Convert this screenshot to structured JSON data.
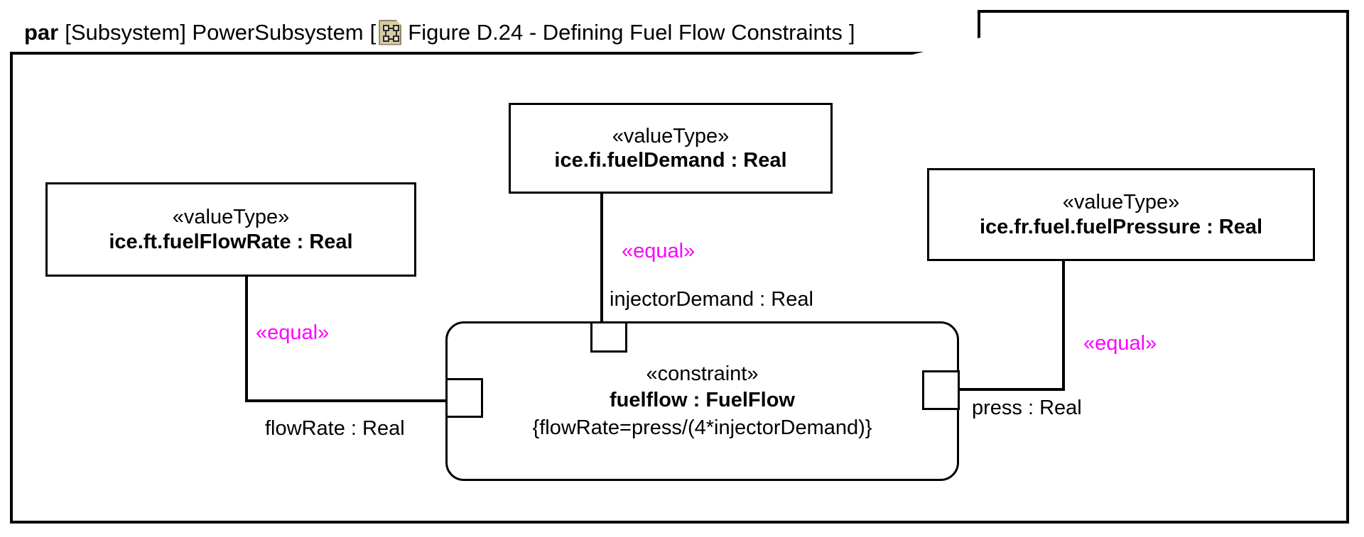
{
  "diagram": {
    "kind_keyword": "par",
    "context": "[Subsystem] PowerSubsystem",
    "bracket_open": "[",
    "bracket_close": "]",
    "icon_name": "bdd-diagram-icon",
    "figure_title": "Figure D.24 - Defining Fuel Flow Constraints",
    "frame_border_color": "#000000",
    "background_color": "#ffffff"
  },
  "colors": {
    "equal_stereotype": "#ff00ff",
    "line": "#000000",
    "text": "#000000",
    "icon_page": "#d8cba4",
    "icon_page_border": "#8f8464"
  },
  "value_types": [
    {
      "id": "fuelFlowRate",
      "stereotype": "«valueType»",
      "name": "ice.ft.fuelFlowRate  : Real"
    },
    {
      "id": "fuelDemand",
      "stereotype": "«valueType»",
      "name": "ice.fi.fuelDemand : Real"
    },
    {
      "id": "fuelPressure",
      "stereotype": "«valueType»",
      "name": "ice.fr.fuel.fuelPressure : Real"
    }
  ],
  "constraint_block": {
    "stereotype": "«constraint»",
    "name": "fuelflow : FuelFlow",
    "expression": "{flowRate=press/(4*injectorDemand)}"
  },
  "parameters": [
    {
      "id": "flowRate",
      "label": "flowRate : Real"
    },
    {
      "id": "injectorDemand",
      "label": "injectorDemand : Real"
    },
    {
      "id": "press",
      "label": "press : Real"
    }
  ],
  "binding_connectors": [
    {
      "id": "left",
      "stereotype": "«equal»",
      "from": "ice.ft.fuelFlowRate",
      "to": "flowRate"
    },
    {
      "id": "center",
      "stereotype": "«equal»",
      "from": "ice.fi.fuelDemand",
      "to": "injectorDemand"
    },
    {
      "id": "right",
      "stereotype": "«equal»",
      "from": "ice.fr.fuel.fuelPressure",
      "to": "press"
    }
  ]
}
